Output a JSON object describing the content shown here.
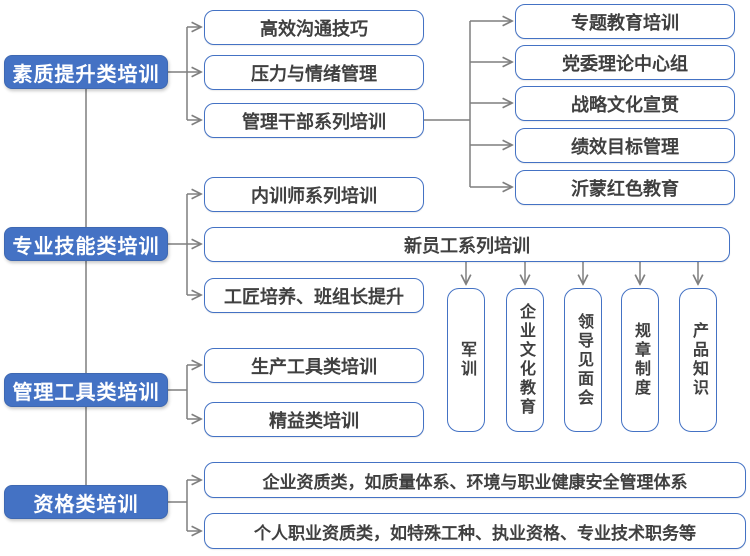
{
  "palette": {
    "category_fill": "#4472C4",
    "box_border": "#4472C4",
    "box_text": "#404040",
    "connector": "#7F7F7F",
    "category_text": "#FFFFFF"
  },
  "groups": [
    {
      "label": "素质提升类培训",
      "children": [
        {
          "label": "高效沟通技巧"
        },
        {
          "label": "压力与情绪管理"
        },
        {
          "label": "管理干部系列培训",
          "children": [
            {
              "label": "专题教育培训"
            },
            {
              "label": "党委理论中心组"
            },
            {
              "label": "战略文化宣贯"
            },
            {
              "label": "绩效目标管理"
            },
            {
              "label": "沂蒙红色教育"
            }
          ]
        }
      ]
    },
    {
      "label": "专业技能类培训",
      "children": [
        {
          "label": "内训师系列培训"
        },
        {
          "label": "新员工系列培训",
          "children": [
            {
              "label": "军训"
            },
            {
              "label": "企业文化教育"
            },
            {
              "label": "领导见面会"
            },
            {
              "label": "规章制度"
            },
            {
              "label": "产品知识"
            }
          ]
        },
        {
          "label": "工匠培养、班组长提升"
        }
      ]
    },
    {
      "label": "管理工具类培训",
      "children": [
        {
          "label": "生产工具类培训"
        },
        {
          "label": "精益类培训"
        }
      ]
    },
    {
      "label": "资格类培训",
      "children": [
        {
          "label": "企业资质类，如质量体系、环境与职业健康安全管理体系"
        },
        {
          "label": "个人职业资质类，如特殊工种、执业资格、专业技术职务等"
        }
      ]
    }
  ]
}
